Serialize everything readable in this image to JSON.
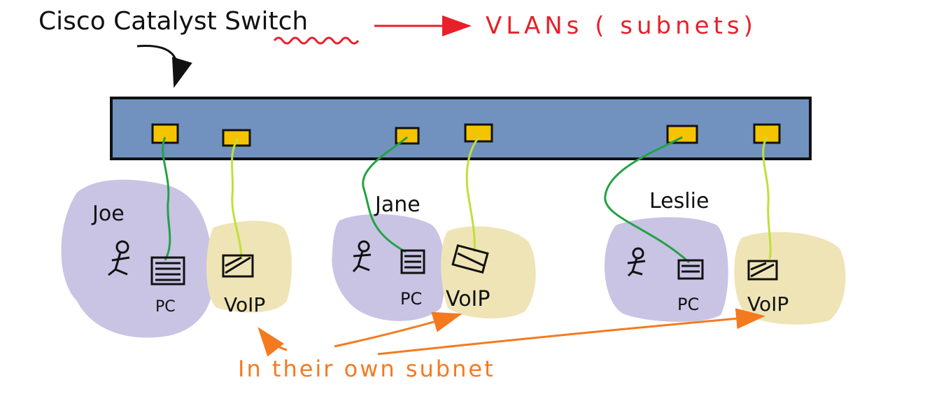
{
  "title": "Cisco Catalyst Switch",
  "vlans_label": "VLANs ( subnets)",
  "users": [
    {
      "name": "Joe",
      "pc_label": "PC",
      "voip_label": "VoIP"
    },
    {
      "name": "Jane",
      "pc_label": "PC",
      "voip_label": "VoIP"
    },
    {
      "name": "Leslie",
      "pc_label": "PC",
      "voip_label": "VoIP"
    }
  ],
  "annotation": "In their own subnet",
  "colors": {
    "switch_fill": "#7192be",
    "port_fill": "#f5c400",
    "pc_cloud": "#c9c3e4",
    "voip_cloud": "#efe4b6",
    "pc_cable": "#23a244",
    "voip_cable": "#bfe03a",
    "red_ink": "#e8202a",
    "orange_ink": "#f47a20"
  }
}
